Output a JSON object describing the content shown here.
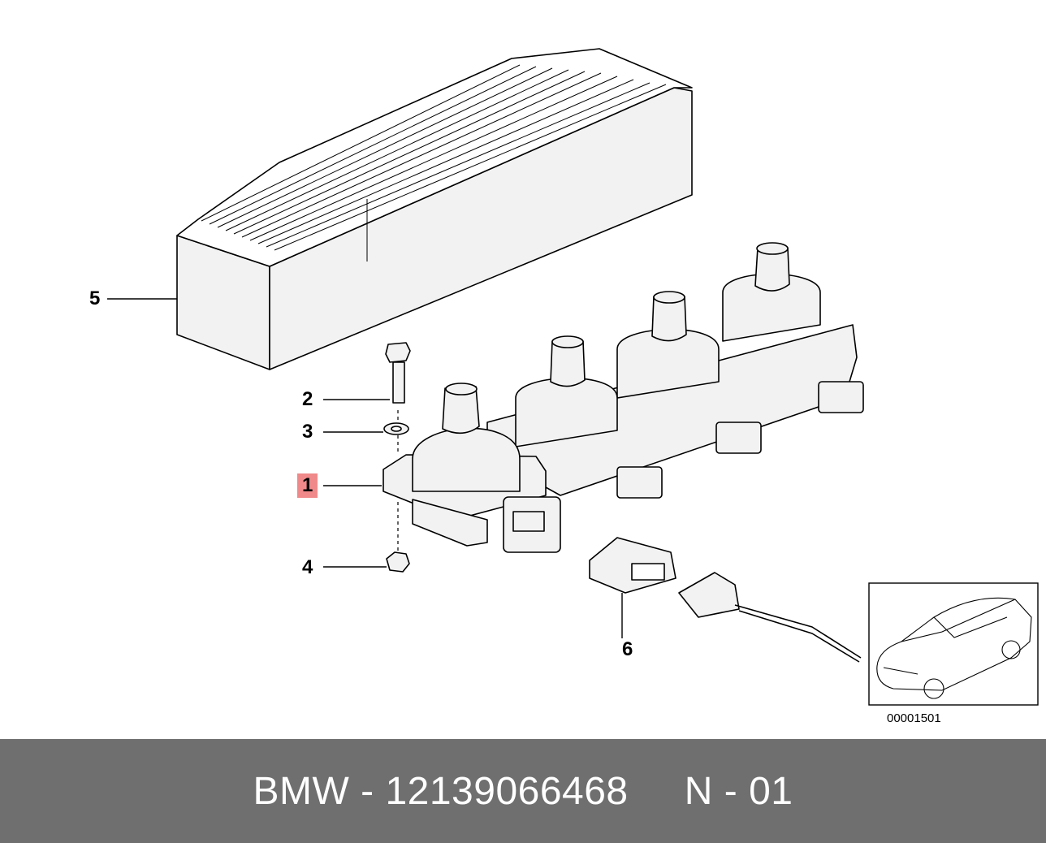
{
  "callouts": {
    "c1": "1",
    "c2": "2",
    "c3": "3",
    "c4": "4",
    "c5": "5",
    "c6": "6"
  },
  "diagram_code": "00001501",
  "footer": {
    "text": "BMW - 12139066468     N - 01"
  },
  "colors": {
    "highlight": "#f08a8a",
    "footer_bg": "#6f6f6f",
    "footer_text": "#ffffff",
    "part_fill": "#f2f2f2",
    "line": "#000000"
  },
  "icons": {
    "cover": "ignition-coil-cover",
    "bolt": "hex-bolt-icon",
    "washer": "washer-icon",
    "nut": "hex-nut-icon",
    "coil": "ignition-coil-icon",
    "plug": "connector-plug-icon",
    "car": "car-sedan-icon"
  }
}
